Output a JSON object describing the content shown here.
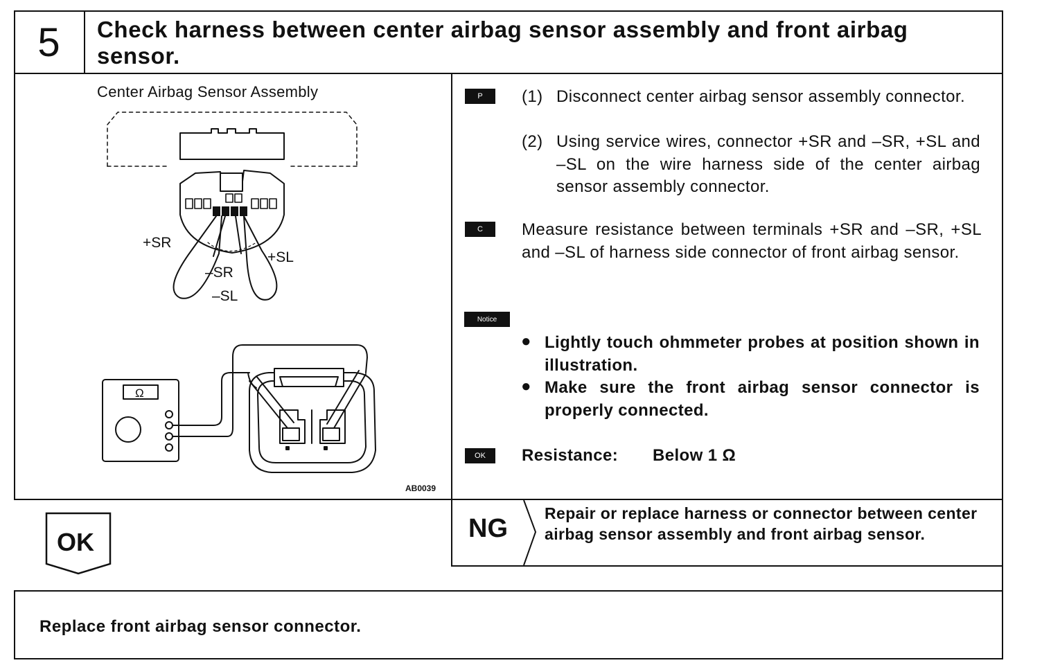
{
  "step": {
    "number": "5",
    "title": "Check harness between center airbag sensor assembly and front airbag sensor."
  },
  "figure": {
    "title": "Center Airbag Sensor Assembly",
    "code": "AB0039",
    "labels": {
      "plus_sr": "+SR",
      "minus_sr": "–SR",
      "plus_sl": "+SL",
      "minus_sl": "–SL",
      "meter_symbol": "Ω"
    }
  },
  "instructions": {
    "prepare_tag": "P",
    "prepare_steps": [
      {
        "num": "(1)",
        "text": "Disconnect center airbag sensor assembly connector."
      },
      {
        "num": "(2)",
        "text": "Using service wires, connector +SR and –SR, +SL and –SL on the wire harness side of the center airbag sensor assembly connector."
      }
    ],
    "check_tag": "C",
    "check_text": "Measure resistance between terminals +SR and –SR, +SL and –SL of harness side connector of front airbag sensor.",
    "notice_tag": "Notice",
    "notices": [
      "Lightly touch ohmmeter probes at position shown in illustration.",
      "Make sure the front airbag sensor connector is properly connected."
    ],
    "ok_tag": "OK",
    "ok_label": "Resistance:",
    "ok_value": "Below 1 Ω"
  },
  "result": {
    "ok_label": "OK",
    "ng_label": "NG",
    "ng_text": "Repair or replace harness or connector between center airbag sensor assembly and front airbag sensor.",
    "ok_action": "Replace front airbag sensor connector."
  }
}
